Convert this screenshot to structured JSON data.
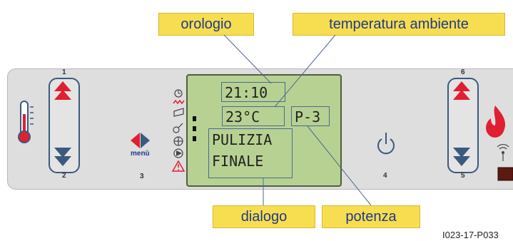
{
  "labels": {
    "clock": "orologio",
    "ambient_temp": "temperatura ambiente",
    "dialog": "dialogo",
    "power": "potenza"
  },
  "display": {
    "time": "21:10",
    "temperature": "23°C",
    "power_level": "P-3",
    "message_line1": "PULIZIA",
    "message_line2": "FINALE"
  },
  "panel": {
    "left_group_top_number": "1",
    "left_group_bottom_number": "2",
    "menu_label": "menù",
    "menu_number": "3",
    "power_number": "4",
    "right_group_top_number": "6",
    "right_group_bottom_number": "5"
  },
  "figure_code": "I023-17-P033",
  "colors": {
    "label_fill": "#f7dd50",
    "label_text": "#1f3a8a",
    "lcd_background": "#b7d192",
    "arrow_red": "#e01f30",
    "arrow_blue": "#3a5a80"
  }
}
